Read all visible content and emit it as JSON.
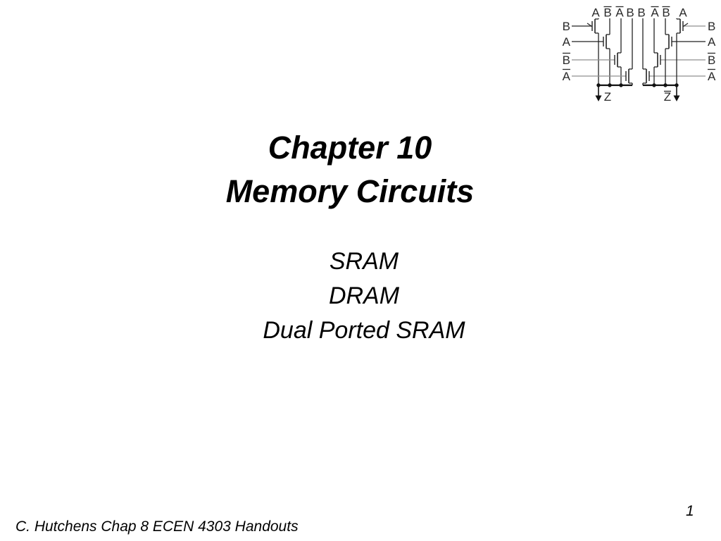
{
  "slide": {
    "title_line1": "Chapter 10",
    "title_line2": "Memory Circuits",
    "subtitle_lines": [
      "SRAM",
      "DRAM",
      "Dual Ported SRAM"
    ],
    "footer": "C. Hutchens Chap 8 ECEN 4303 Handouts",
    "page_number": "1"
  },
  "circuit": {
    "top_labels": [
      {
        "t": "A",
        "bar": false
      },
      {
        "t": "B",
        "bar": true
      },
      {
        "t": "A",
        "bar": true
      },
      {
        "t": "B",
        "bar": false
      },
      {
        "t": "B",
        "bar": false
      },
      {
        "t": "A",
        "bar": true
      },
      {
        "t": "B",
        "bar": true
      },
      {
        "t": "A",
        "bar": false
      }
    ],
    "left_labels": [
      {
        "t": "B",
        "bar": false
      },
      {
        "t": "A",
        "bar": false
      },
      {
        "t": "B",
        "bar": true
      },
      {
        "t": "A",
        "bar": true
      }
    ],
    "right_labels": [
      {
        "t": "B",
        "bar": false
      },
      {
        "t": "A",
        "bar": false
      },
      {
        "t": "B",
        "bar": true
      },
      {
        "t": "A",
        "bar": true
      }
    ],
    "outputs": [
      {
        "t": "Z",
        "bar": false
      },
      {
        "t": "Z",
        "bar": true
      }
    ],
    "colors": {
      "line_dark": "#222222",
      "line_gray": "#8f8f8f",
      "label": "#2a2a2a"
    }
  },
  "colors": {
    "background": "#ffffff",
    "text": "#000000"
  }
}
